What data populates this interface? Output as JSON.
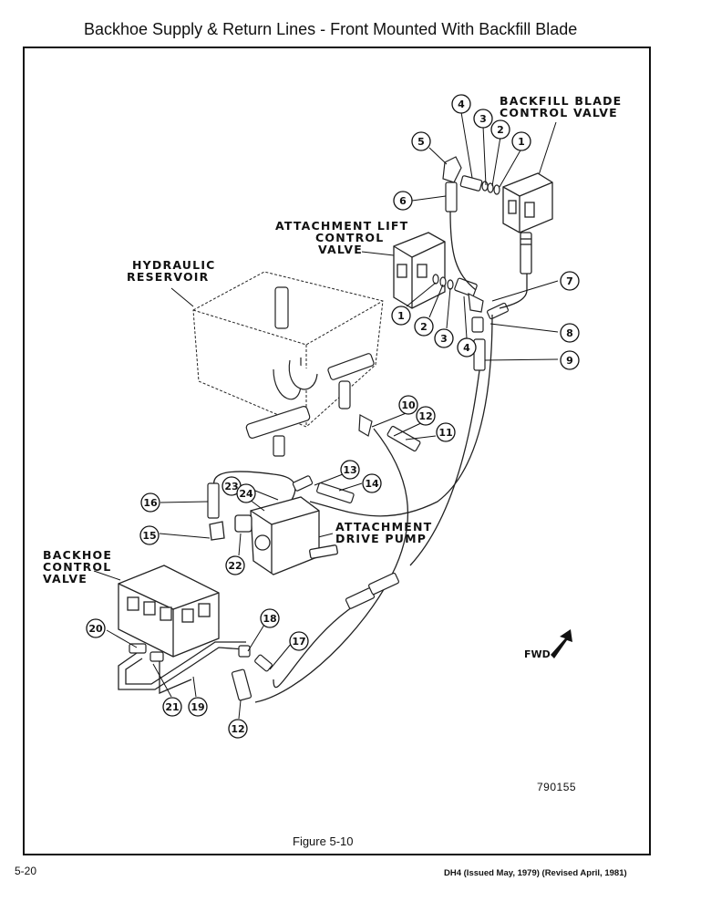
{
  "title": "Backhoe Supply & Return Lines - Front Mounted With Backfill Blade",
  "labels": {
    "backfill_line1": "BACKFILL  BLADE",
    "backfill_line2": "CONTROL  VALVE",
    "lift_line1": "ATTACHMENT LIFT",
    "lift_line2": "CONTROL",
    "lift_line3": "VALVE",
    "reservoir_line1": "HYDRAULIC",
    "reservoir_line2": "RESERVOIR",
    "pump_line1": "ATTACHMENT",
    "pump_line2": "DRIVE  PUMP",
    "backhoe_line1": "BACKHOE",
    "backhoe_line2": "CONTROL",
    "backhoe_line3": "VALVE",
    "fwd": "FWD"
  },
  "callouts": [
    "1",
    "2",
    "3",
    "4",
    "5",
    "6",
    "1",
    "2",
    "3",
    "4",
    "7",
    "8",
    "9",
    "10",
    "12",
    "11",
    "13",
    "14",
    "16",
    "23",
    "24",
    "15",
    "22",
    "20",
    "18",
    "17",
    "21",
    "19",
    "12"
  ],
  "figure_number": "790155",
  "caption": "Figure 5-10",
  "page_number": "5-20",
  "footer_right": "DH4 (Issued May, 1979) (Revised April, 1981)"
}
